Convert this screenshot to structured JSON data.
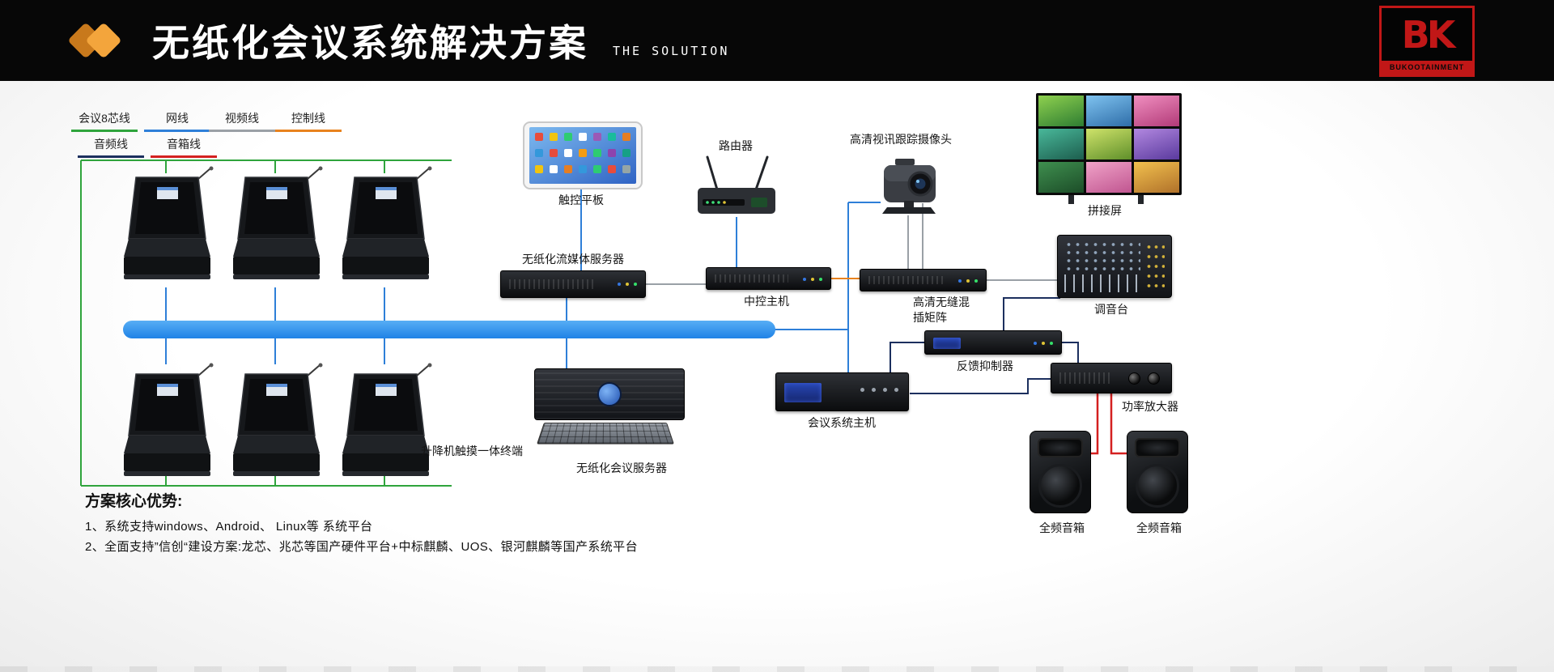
{
  "header": {
    "title": "无纸化会议系统解决方案",
    "subtitle": "THE SOLUTION",
    "logo_text": "BK",
    "logo_brand": "BUKOOTAINMENT"
  },
  "legend": {
    "items": [
      {
        "label": "会议8芯线",
        "color": "#2fa43c"
      },
      {
        "label": "网线",
        "color": "#2e7fd8"
      },
      {
        "label": "视频线",
        "color": "#9aa0a6"
      },
      {
        "label": "控制线",
        "color": "#e8821e"
      },
      {
        "label": "音频线",
        "color": "#1c2f5e"
      },
      {
        "label": "音箱线",
        "color": "#d42020"
      }
    ]
  },
  "devices": {
    "tablet": "触控平板",
    "streaming_server": "无纸化流媒体服务器",
    "router": "路由器",
    "central_control": "中控主机",
    "camera": "高清视讯跟踪摄像头",
    "matrix": "高清无缝混\n插矩阵",
    "video_wall": "拼接屏",
    "mixer": "调音台",
    "feedback": "反馈抑制器",
    "conference_host": "会议系统主机",
    "amplifier": "功率放大器",
    "conference_server": "无纸化会议服务器",
    "terminal": "升降机触摸一体终端",
    "speaker_left": "全频音箱",
    "speaker_right": "全频音箱"
  },
  "advantages": {
    "title": "方案核心优势:",
    "line1": "1、系统支持windows、Android、 Linux等 系统平台",
    "line2": "2、全面支持”信创“建设方案:龙芯、兆芯等国产硬件平台+中标麒麟、UOS、银河麒麟等国产系统平台"
  }
}
